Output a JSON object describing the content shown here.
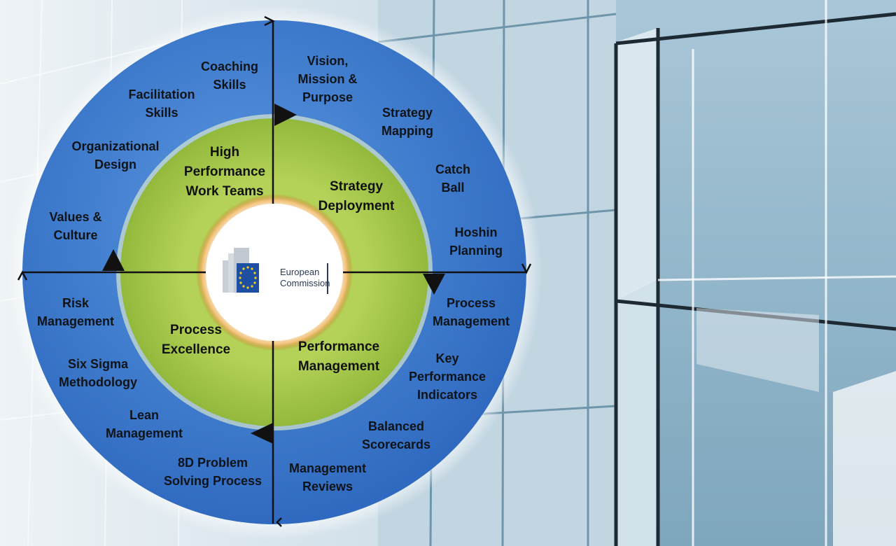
{
  "colors": {
    "outer_ring": "#3f7fd0",
    "inner_disc": "#a6c84a",
    "center": "#ffffff",
    "axis": "#111111",
    "eu_blue": "#1f4fa3",
    "eu_star": "#f7d117"
  },
  "center_logo": {
    "icon": "european-commission-logo",
    "text": [
      "European",
      "Commission"
    ]
  },
  "quadrants": [
    {
      "id": "strategy-deployment",
      "title": [
        "Strategy",
        "Deployment"
      ]
    },
    {
      "id": "performance-management",
      "title": [
        "Performance",
        "Management"
      ]
    },
    {
      "id": "process-excellence",
      "title": [
        "Process",
        "Excellence"
      ]
    },
    {
      "id": "high-performance-work-teams",
      "title": [
        "High",
        "Performance",
        "Work Teams"
      ]
    }
  ],
  "outer_labels": [
    [
      "Vision,",
      "Mission &",
      "Purpose"
    ],
    [
      "Strategy",
      "Mapping"
    ],
    [
      "Catch",
      "Ball"
    ],
    [
      "Hoshin",
      "Planning"
    ],
    [
      "Process",
      "Management"
    ],
    [
      "Key",
      "Performance",
      "Indicators"
    ],
    [
      "Balanced",
      "Scorecards"
    ],
    [
      "Management",
      "Reviews"
    ],
    [
      "8D Problem",
      "Solving Process"
    ],
    [
      "Lean",
      "Management"
    ],
    [
      "Six Sigma",
      "Methodology"
    ],
    [
      "Risk",
      "Management"
    ],
    [
      "Values &",
      "Culture"
    ],
    [
      "Organizational",
      "Design"
    ],
    [
      "Facilitation",
      "Skills"
    ],
    [
      "Coaching",
      "Skills"
    ]
  ]
}
